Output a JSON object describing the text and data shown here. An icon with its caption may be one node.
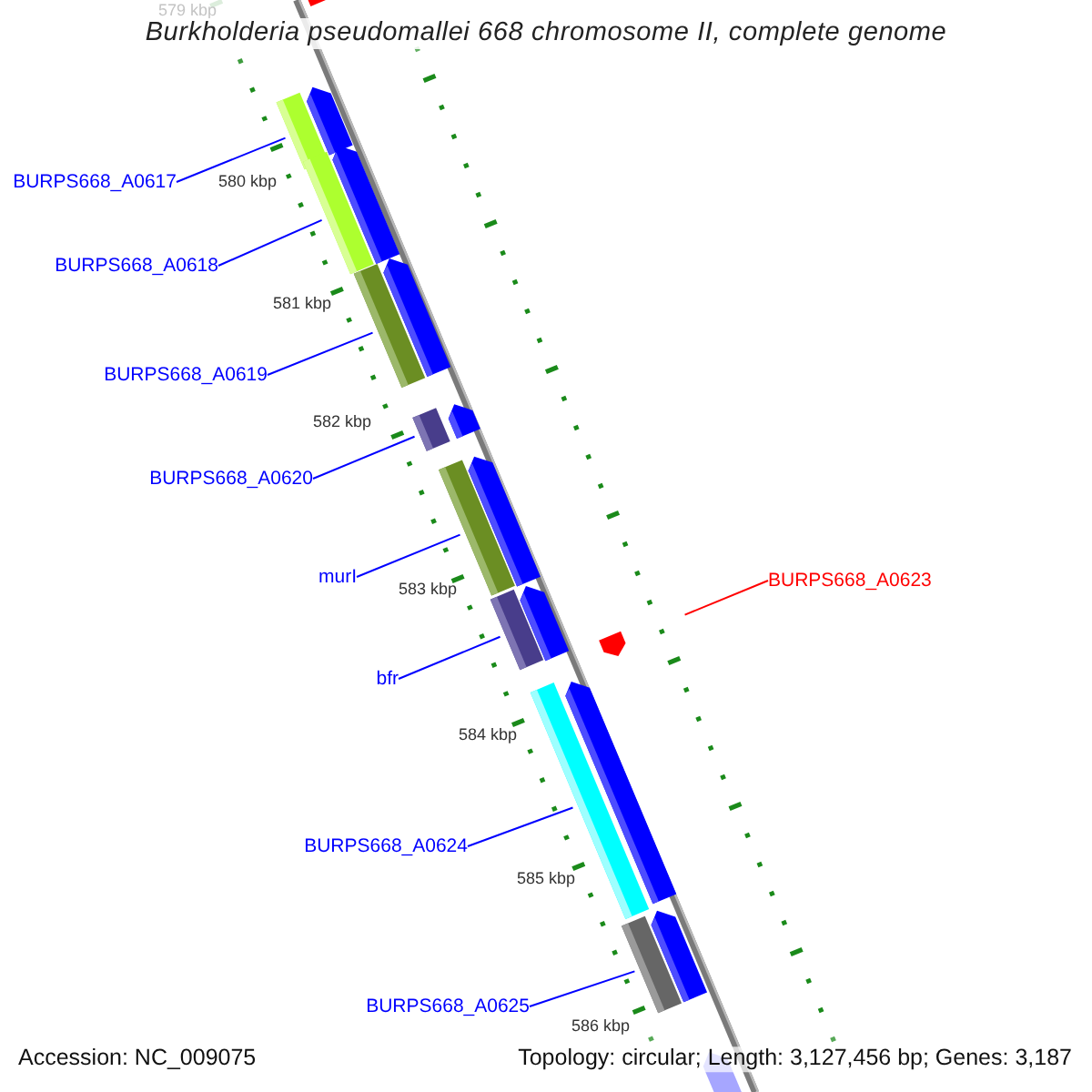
{
  "diagram": {
    "title": "Burkholderia pseudomallei 668 chromosome II, complete genome",
    "nodes": [
      {
        "text": [
          "BURPS668_A0617"
        ]
      },
      {
        "text": [
          "BURPS668_A0618"
        ]
      },
      {
        "text": [
          "BURPS668_A0619"
        ]
      },
      {
        "text": [
          "BURPS668_A0620"
        ]
      },
      {
        "text": [
          "murI"
        ]
      },
      {
        "text": [
          "bfr"
        ]
      },
      {
        "text": [
          "BURPS668_A0623"
        ]
      },
      {
        "text": [
          "BURPS668_A0624"
        ]
      },
      {
        "text": [
          "BURPS668_A0625"
        ]
      }
    ],
    "edges": [
      {
        "from": 0,
        "to": null,
        "arrow": "none"
      },
      {
        "from": 1,
        "to": null,
        "arrow": "none"
      },
      {
        "from": 2,
        "to": null,
        "arrow": "none"
      },
      {
        "from": 3,
        "to": null,
        "arrow": "none"
      },
      {
        "from": 4,
        "to": null,
        "arrow": "none"
      },
      {
        "from": 5,
        "to": null,
        "arrow": "none"
      },
      {
        "from": 6,
        "to": null,
        "arrow": "none",
        "color": "#ff0000"
      },
      {
        "from": 7,
        "to": null,
        "arrow": "none"
      },
      {
        "from": 8,
        "to": null,
        "arrow": "none"
      }
    ],
    "labels": [
      "579 kbp",
      "580 kbp",
      "581 kbp",
      "582 kbp",
      "583 kbp",
      "584 kbp",
      "585 kbp",
      "586 kbp",
      "Accession: NC_009075",
      "Topology: circular; Length: 3,127,456 bp; Genes: 3,187"
    ]
  }
}
